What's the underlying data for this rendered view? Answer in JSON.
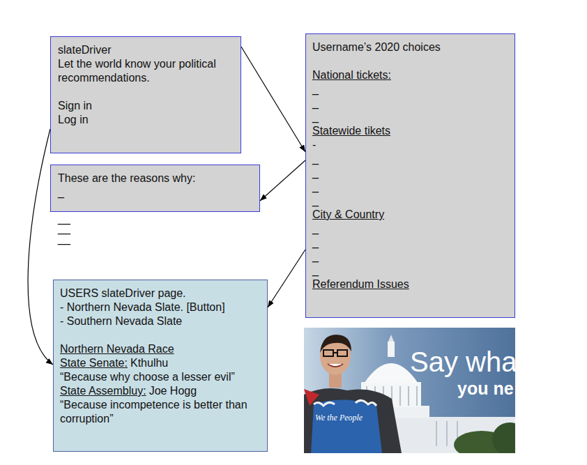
{
  "diagram": {
    "nodes": [
      {
        "text": [
          "slateDriver",
          "Let the world know your political recommendations.",
          "Sign in",
          "Log in"
        ]
      },
      {
        "text": [
          "These are the reasons why:",
          "_"
        ]
      },
      {
        "text": [
          "Username’s 2020 choices",
          "National tickets:",
          "_",
          "_",
          "_",
          "Statewide tikets",
          "-",
          "_",
          "_",
          "_",
          "_",
          "City & Country",
          "_",
          "_",
          "_",
          "_",
          "Referendum Issues"
        ]
      },
      {
        "text": [
          "USERS slateDriver page.",
          "- Northern Nevada Slate. [Button]",
          "- Southern Nevada Slate",
          "Northern Nevada Race",
          "State Senate:",
          "Kthulhu",
          "“Because why choose a lesser evil”",
          "State Assembluy:",
          "Joe Hogg",
          "“Because incompetence is better than corruption”"
        ]
      }
    ],
    "edges": [
      {
        "from": 0,
        "to": 2,
        "arrow": "to"
      },
      {
        "from": 2,
        "to": 1,
        "arrow": "to"
      },
      {
        "from": 2,
        "to": 3,
        "arrow": "to"
      },
      {
        "from": 0,
        "to": 3,
        "arrow": "to"
      }
    ],
    "labels": [
      "__",
      "__",
      "__",
      "Say wha",
      "you ne",
      "We the People"
    ]
  }
}
